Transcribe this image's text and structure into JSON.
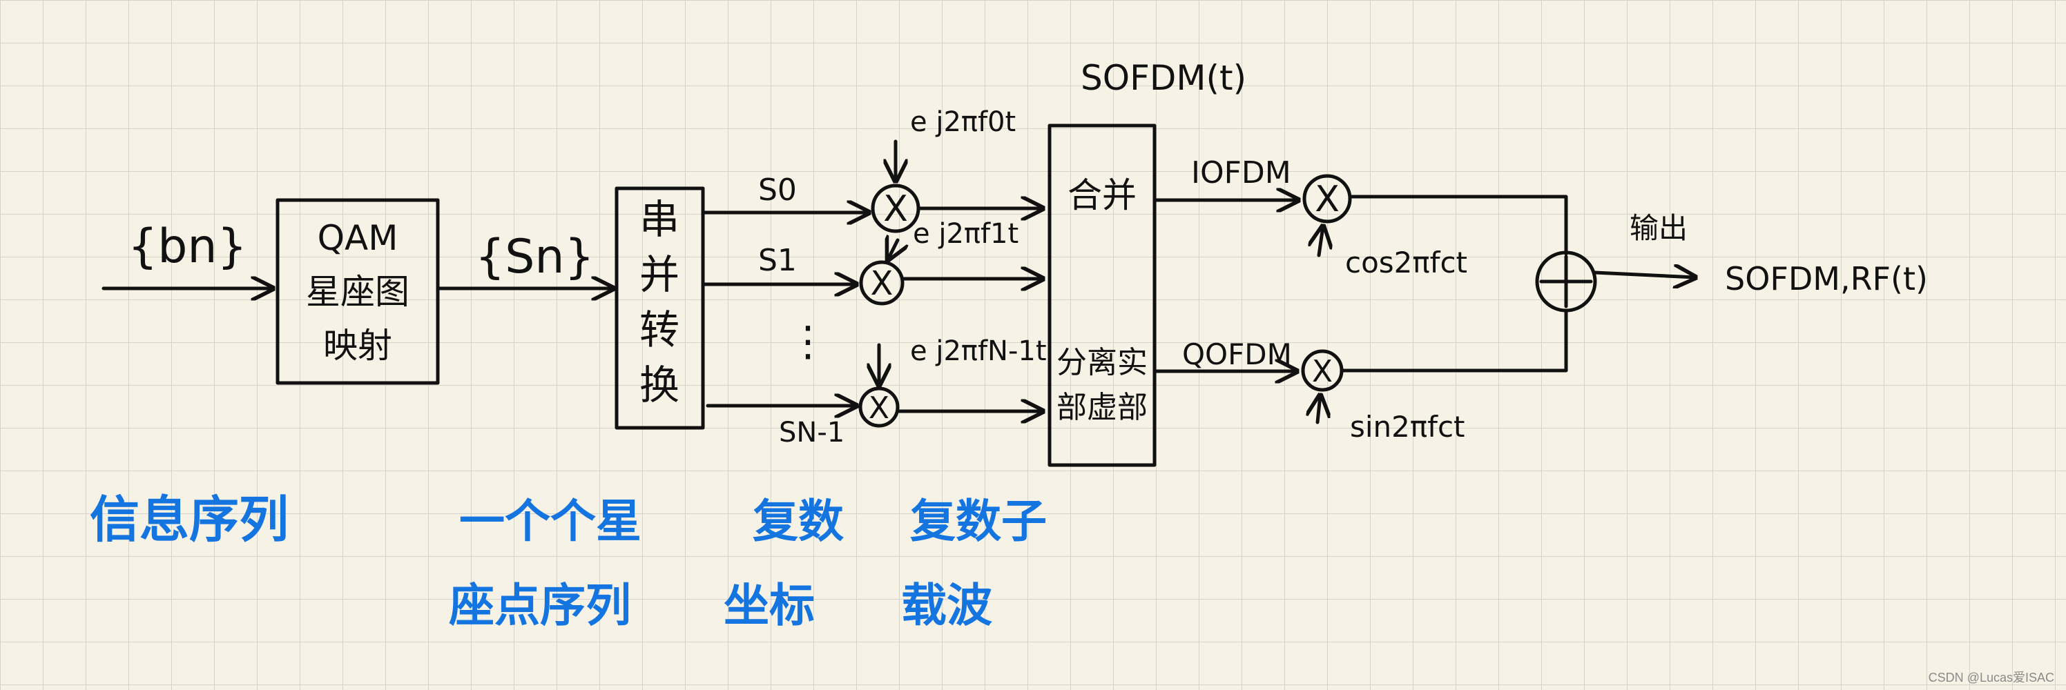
{
  "input_label": "{bn}",
  "qam_block": {
    "line1": "QAM",
    "line2": "星座图",
    "line3": "映射"
  },
  "symbol_seq_label": "{Sn}",
  "sp_block": {
    "char1": "串",
    "char2": "并",
    "char3": "转",
    "char4": "换"
  },
  "branch_labels": [
    "S0",
    "S1",
    "⋮",
    "SN-1"
  ],
  "carrier_labels": [
    "e j2πf0t",
    "e j2πf1t",
    "e j2πfN-1t"
  ],
  "output_signal_label": "SOFDM(t)",
  "combine_block": {
    "top": "合并",
    "bottom_line1": "分离实",
    "bottom_line2": "部虚部"
  },
  "i_label": "IOFDM",
  "q_label": "QOFDM",
  "cos_label": "cos2πfct",
  "sin_label": "sin2πfct",
  "output_label": "输出",
  "rf_label": "SOFDM,RF(t)",
  "annotations": {
    "info_seq": "信息序列",
    "constellation_line1": "一个个星",
    "constellation_line2": "座点序列",
    "complex_line1": "复数",
    "complex_line2": "坐标",
    "subcarrier_line1": "复数子",
    "subcarrier_line2": "载波"
  },
  "watermark": "CSDN @Lucas爱ISAC",
  "colors": {
    "background": "#f6f3e6",
    "grid": "#d6d4c9",
    "ink": "#111111",
    "annotation": "#1474e0"
  }
}
